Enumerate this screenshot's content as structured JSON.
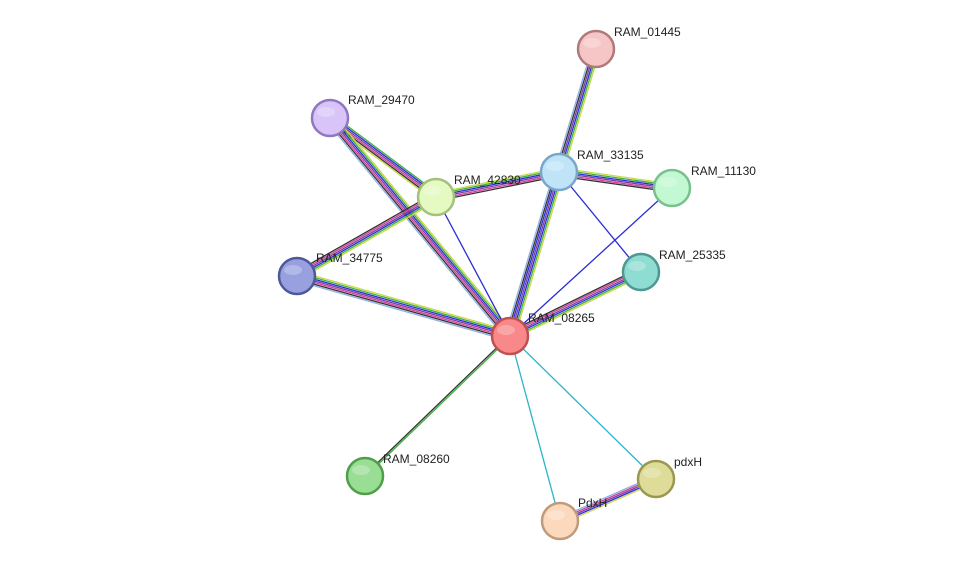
{
  "diagram": {
    "type": "protein-interaction-network",
    "edge_colors": {
      "yellow": "#c8d84a",
      "green": "#3fb13f",
      "blue": "#2b2bd8",
      "purple": "#7a3f9c",
      "pink": "#d83f9c",
      "black": "#333333",
      "lightblue": "#8fb0e8",
      "cyan": "#2bb5c8"
    },
    "nodes": [
      {
        "id": "RAM_01445",
        "label": "RAM_01445",
        "color": "#f6c6c6",
        "stroke": "#b07a7a"
      },
      {
        "id": "RAM_29470",
        "label": "RAM_29470",
        "color": "#d8c4f8",
        "stroke": "#8f78c0"
      },
      {
        "id": "RAM_33135",
        "label": "RAM_33135",
        "color": "#bfe4f8",
        "stroke": "#7aa6c8"
      },
      {
        "id": "RAM_11130",
        "label": "RAM_11130",
        "color": "#c2f8d2",
        "stroke": "#7ac08f"
      },
      {
        "id": "RAM_42830",
        "label": "RAM_42830",
        "color": "#e4fac2",
        "stroke": "#a4c07a"
      },
      {
        "id": "RAM_25335",
        "label": "RAM_25335",
        "color": "#8edcd2",
        "stroke": "#4f9890"
      },
      {
        "id": "RAM_34775",
        "label": "RAM_34775",
        "color": "#98a0e0",
        "stroke": "#4f5898"
      },
      {
        "id": "RAM_08265",
        "label": "RAM_08265",
        "color": "#f8888a",
        "stroke": "#c04f50"
      },
      {
        "id": "RAM_08260",
        "label": "RAM_08260",
        "color": "#9add94",
        "stroke": "#4f9f4a"
      },
      {
        "id": "pdxH",
        "label": "pdxH",
        "color": "#dedc98",
        "stroke": "#9a984f"
      },
      {
        "id": "PdxH",
        "label": "PdxH",
        "color": "#fcd8bc",
        "stroke": "#c09a7a"
      }
    ],
    "edges": [
      {
        "from": "RAM_01445",
        "to": "RAM_33135",
        "colors": [
          "yellow",
          "green",
          "blue",
          "purple",
          "black",
          "lightblue"
        ]
      },
      {
        "from": "RAM_29470",
        "to": "RAM_42830",
        "colors": [
          "green",
          "blue",
          "purple",
          "pink",
          "black",
          "yellow"
        ]
      },
      {
        "from": "RAM_29470",
        "to": "RAM_08265",
        "colors": [
          "yellow",
          "green",
          "blue",
          "purple",
          "pink",
          "black",
          "lightblue"
        ]
      },
      {
        "from": "RAM_42830",
        "to": "RAM_33135",
        "colors": [
          "yellow",
          "green",
          "blue",
          "purple",
          "pink",
          "black"
        ]
      },
      {
        "from": "RAM_42830",
        "to": "RAM_34775",
        "colors": [
          "yellow",
          "green",
          "blue",
          "purple",
          "pink",
          "black"
        ]
      },
      {
        "from": "RAM_42830",
        "to": "RAM_08265",
        "colors": [
          "blue"
        ]
      },
      {
        "from": "RAM_33135",
        "to": "RAM_11130",
        "colors": [
          "yellow",
          "green",
          "blue",
          "purple",
          "pink",
          "black"
        ]
      },
      {
        "from": "RAM_33135",
        "to": "RAM_25335",
        "colors": [
          "blue"
        ]
      },
      {
        "from": "RAM_33135",
        "to": "RAM_08265",
        "colors": [
          "yellow",
          "green",
          "blue",
          "purple",
          "blue",
          "black",
          "lightblue"
        ]
      },
      {
        "from": "RAM_11130",
        "to": "RAM_08265",
        "colors": [
          "blue"
        ]
      },
      {
        "from": "RAM_34775",
        "to": "RAM_08265",
        "colors": [
          "yellow",
          "green",
          "blue",
          "purple",
          "pink",
          "black",
          "lightblue"
        ]
      },
      {
        "from": "RAM_25335",
        "to": "RAM_08265",
        "colors": [
          "yellow",
          "green",
          "blue",
          "purple",
          "pink",
          "black"
        ]
      },
      {
        "from": "RAM_08265",
        "to": "RAM_08260",
        "colors": [
          "green",
          "black"
        ]
      },
      {
        "from": "RAM_08265",
        "to": "pdxH",
        "colors": [
          "cyan"
        ]
      },
      {
        "from": "RAM_08265",
        "to": "PdxH",
        "colors": [
          "cyan"
        ]
      },
      {
        "from": "pdxH",
        "to": "PdxH",
        "colors": [
          "yellow",
          "blue",
          "purple",
          "pink",
          "lightblue"
        ]
      }
    ]
  }
}
